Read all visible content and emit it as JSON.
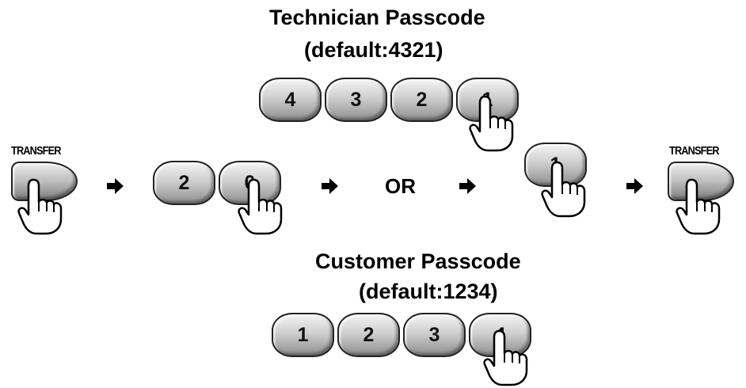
{
  "technician": {
    "title": "Technician Passcode",
    "default_label": "(default:4321)",
    "keys": [
      "4",
      "3",
      "2",
      "1"
    ]
  },
  "customer": {
    "title": "Customer Passcode",
    "default_label": "(default:1234)",
    "keys": [
      "1",
      "2",
      "3",
      "4"
    ]
  },
  "sequence": {
    "transfer_label": "TRANSFER",
    "mode_keys": [
      "2",
      "0"
    ],
    "or_label": "OR",
    "select_key": "1"
  },
  "icons": {
    "arrow": "right-arrow-icon",
    "hand": "pointing-hand-icon"
  }
}
